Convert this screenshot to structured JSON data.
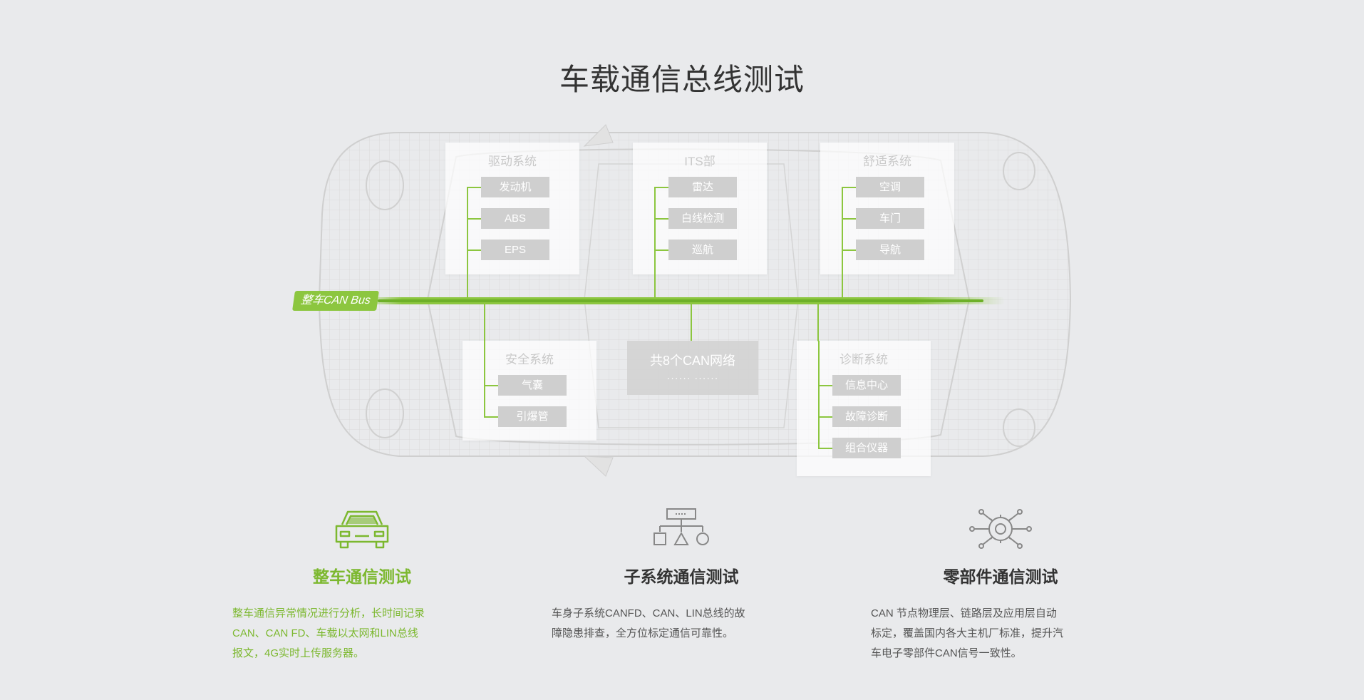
{
  "page": {
    "title": "车载通信总线测试"
  },
  "diagram": {
    "bus_label": "整车CAN Bus",
    "center": {
      "title": "共8个CAN网络",
      "dots": "······  ······"
    },
    "groups": [
      {
        "title": "驱动系统",
        "items": [
          "发动机",
          "ABS",
          "EPS"
        ]
      },
      {
        "title": "ITS部",
        "items": [
          "雷达",
          "白线检测",
          "巡航"
        ]
      },
      {
        "title": "舒适系统",
        "items": [
          "空调",
          "车门",
          "导航"
        ]
      },
      {
        "title": "安全系统",
        "items": [
          "气囊",
          "引爆管"
        ]
      },
      {
        "title": "诊断系统",
        "items": [
          "信息中心",
          "故障诊断",
          "组合仪器"
        ]
      }
    ]
  },
  "features": [
    {
      "title": "整车通信测试",
      "icon": "car-icon",
      "active": true,
      "lines": [
        "整车通信异常情况进行分析，长时间记录",
        "CAN、CAN FD、车载以太网和LIN总线",
        "报文，4G实时上传服务器。"
      ]
    },
    {
      "title": "子系统通信测试",
      "icon": "subsystem-tree-icon",
      "active": false,
      "lines": [
        "车身子系统CANFD、CAN、LIN总线的故",
        "障隐患排查，全方位标定通信可靠性。"
      ]
    },
    {
      "title": "零部件通信测试",
      "icon": "gear-network-icon",
      "active": false,
      "lines": [
        "CAN 节点物理层、链路层及应用层自动",
        "标定，覆盖国内各大主机厂标准，提升汽",
        "车电子零部件CAN信号一致性。"
      ]
    }
  ],
  "colors": {
    "accent": "#8cc63f",
    "text": "#333333",
    "background": "#e9eaec"
  }
}
